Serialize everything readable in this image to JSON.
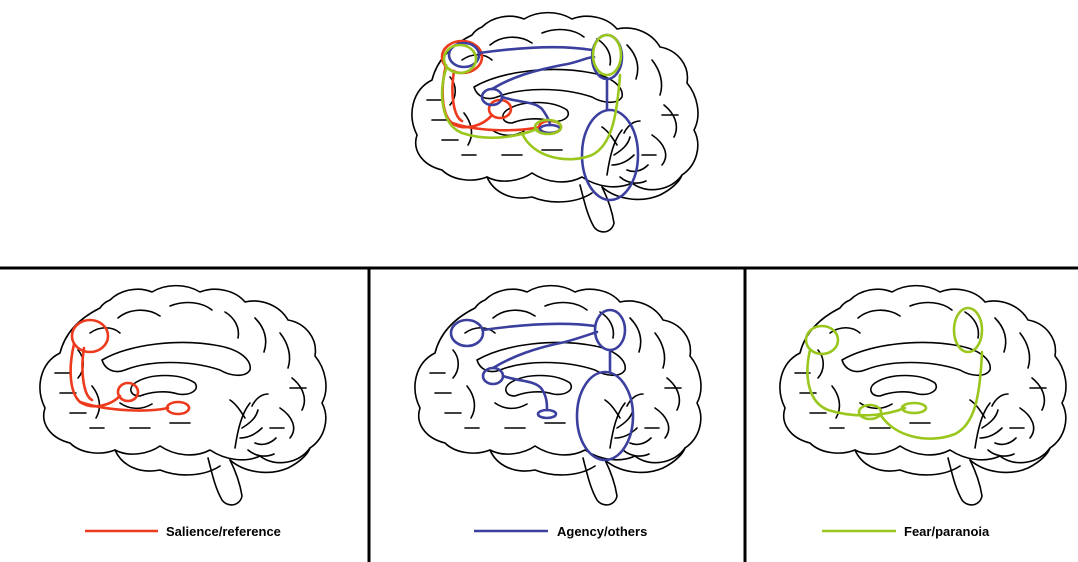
{
  "colors": {
    "salience": "#ee3a1c",
    "agency": "#3b3f9e",
    "fear": "#9ac71d",
    "frame": "#000000"
  },
  "panels": [
    {
      "id": "salience",
      "legend_label": "Salience/reference",
      "color": "#ee3a1c"
    },
    {
      "id": "agency",
      "legend_label": "Agency/others",
      "color": "#3b3f9e"
    },
    {
      "id": "fear",
      "legend_label": "Fear/paranoia",
      "color": "#9ac71d"
    }
  ]
}
